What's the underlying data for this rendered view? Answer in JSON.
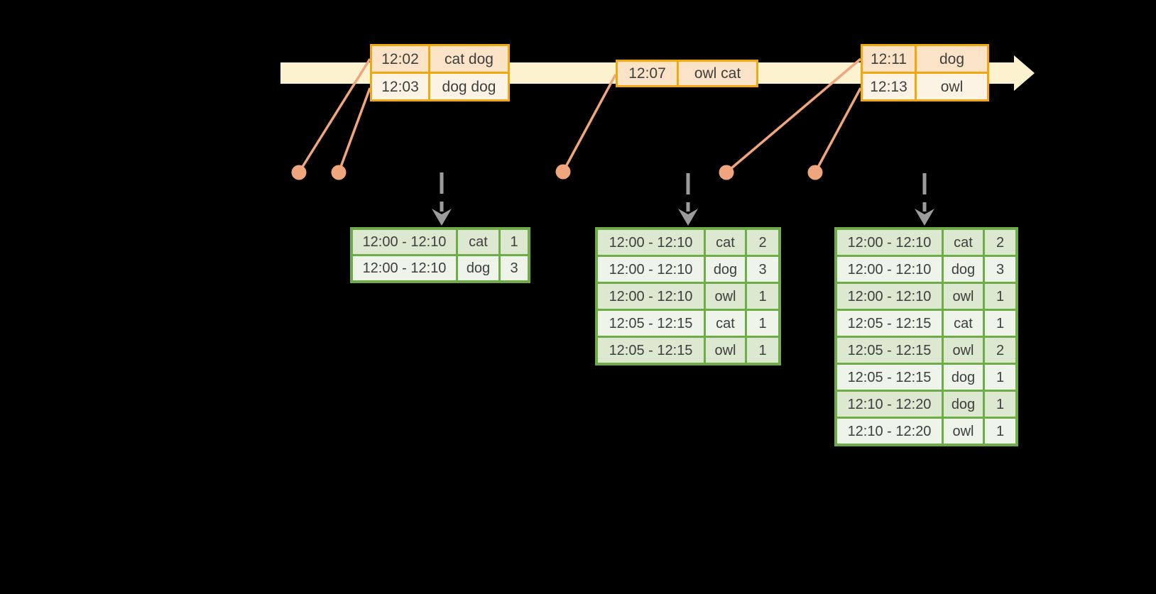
{
  "diagram": {
    "description": "Timeline of word events flowing into windowed grouped-aggregation result tables",
    "colors": {
      "background": "#000000",
      "timeline_fill": "#FCF2CF",
      "event_table_border": "#F2A70E",
      "event_cell_dark": "#FAE3C7",
      "event_cell_light": "#FDF3E4",
      "marker_salmon": "#F0A67C",
      "trigger_arrow_gray": "#9C9C9C",
      "result_table_border": "#6EAC47",
      "result_cell_dark": "#DCE8D0",
      "result_cell_light": "#EFF4EA",
      "text": "#3E3E3E"
    },
    "timeline": {
      "marker_times": [
        "12:02",
        "12:03",
        "12:07",
        "12:11",
        "12:13"
      ]
    }
  },
  "event_tables": [
    {
      "rows": [
        {
          "time": "12:02",
          "words": "cat dog"
        },
        {
          "time": "12:03",
          "words": "dog dog"
        }
      ]
    },
    {
      "rows": [
        {
          "time": "12:07",
          "words": "owl cat"
        }
      ]
    },
    {
      "rows": [
        {
          "time": "12:11",
          "words": "dog"
        },
        {
          "time": "12:13",
          "words": "owl"
        }
      ]
    }
  ],
  "result_tables": [
    {
      "rows": [
        {
          "window": "12:00 - 12:10",
          "word": "cat",
          "count": "1"
        },
        {
          "window": "12:00 - 12:10",
          "word": "dog",
          "count": "3"
        }
      ]
    },
    {
      "rows": [
        {
          "window": "12:00 - 12:10",
          "word": "cat",
          "count": "2"
        },
        {
          "window": "12:00 - 12:10",
          "word": "dog",
          "count": "3"
        },
        {
          "window": "12:00 - 12:10",
          "word": "owl",
          "count": "1"
        },
        {
          "window": "12:05 - 12:15",
          "word": "cat",
          "count": "1"
        },
        {
          "window": "12:05 - 12:15",
          "word": "owl",
          "count": "1"
        }
      ]
    },
    {
      "rows": [
        {
          "window": "12:00 - 12:10",
          "word": "cat",
          "count": "2"
        },
        {
          "window": "12:00 - 12:10",
          "word": "dog",
          "count": "3"
        },
        {
          "window": "12:00 - 12:10",
          "word": "owl",
          "count": "1"
        },
        {
          "window": "12:05 - 12:15",
          "word": "cat",
          "count": "1"
        },
        {
          "window": "12:05 - 12:15",
          "word": "owl",
          "count": "2"
        },
        {
          "window": "12:05 - 12:15",
          "word": "dog",
          "count": "1"
        },
        {
          "window": "12:10 - 12:20",
          "word": "dog",
          "count": "1"
        },
        {
          "window": "12:10 - 12:20",
          "word": "owl",
          "count": "1"
        }
      ]
    }
  ]
}
